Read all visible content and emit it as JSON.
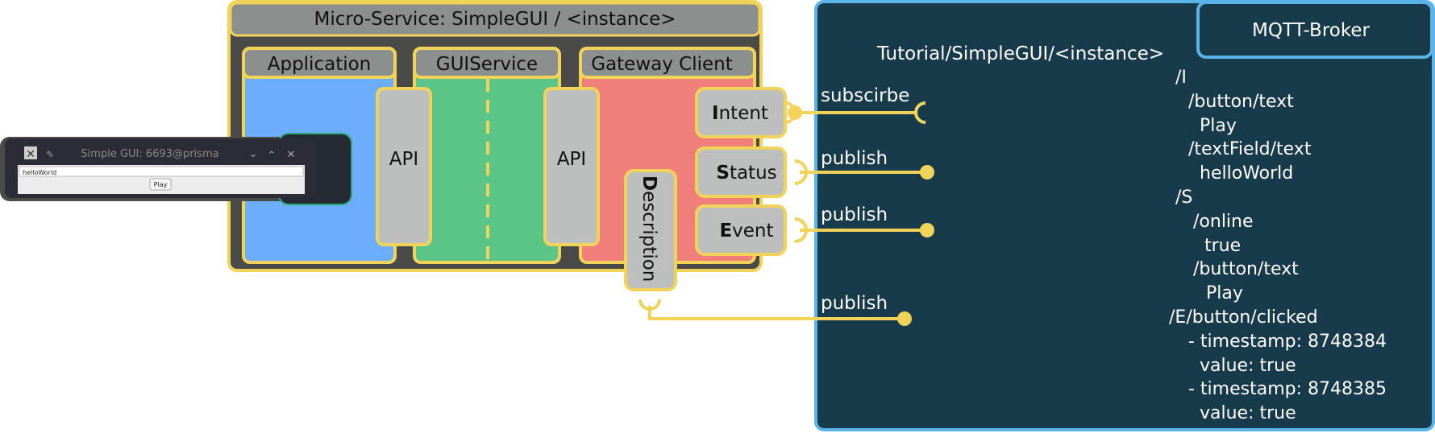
{
  "microservice": {
    "title": "Micro-Service: SimpleGUI / <instance>",
    "application_label": "Application",
    "guiservice_label": "GUIService",
    "gateway_label": "Gateway Client",
    "api_left_label": "API",
    "api_right_label": "API",
    "description_label": "Description",
    "intent_bold": "I",
    "intent_rest": "ntent",
    "status_bold": "S",
    "status_rest": "tatus",
    "event_bold": "E",
    "event_rest": "vent"
  },
  "connections": {
    "subscribe_label": "subscirbe",
    "publish_status_label": "publish",
    "publish_event_label": "publish",
    "publish_description_label": "publish"
  },
  "broker": {
    "title": "MQTT-Broker",
    "topic_root": "Tutorial/SimpleGUI/<instance>",
    "lines": [
      "/I",
      "   /button/text",
      "     Play",
      "   /textField/text",
      "     helloWorld",
      "/S",
      "   /online",
      "     true",
      "   /button/text",
      "     Play",
      "/E/button/clicked",
      "   - timestamp: 8748384",
      "     value: true",
      "   - timestamp: 8748385",
      "     value: true"
    ]
  },
  "gui_window": {
    "title": "Simple GUI: 6693@prisma",
    "textfield_value": "helloWorld",
    "button_label": "Play"
  },
  "colors": {
    "dark_bg": "#4a4a48",
    "gray_header": "#8b8f8e",
    "yellow": "#f2d35a",
    "application_blue": "#6daefc",
    "guiservice_green": "#5ac587",
    "gateway_red": "#f07f7b",
    "api_gray": "#bdbfbf",
    "broker_bg": "#173b4b",
    "broker_border": "#5ab4e8"
  }
}
